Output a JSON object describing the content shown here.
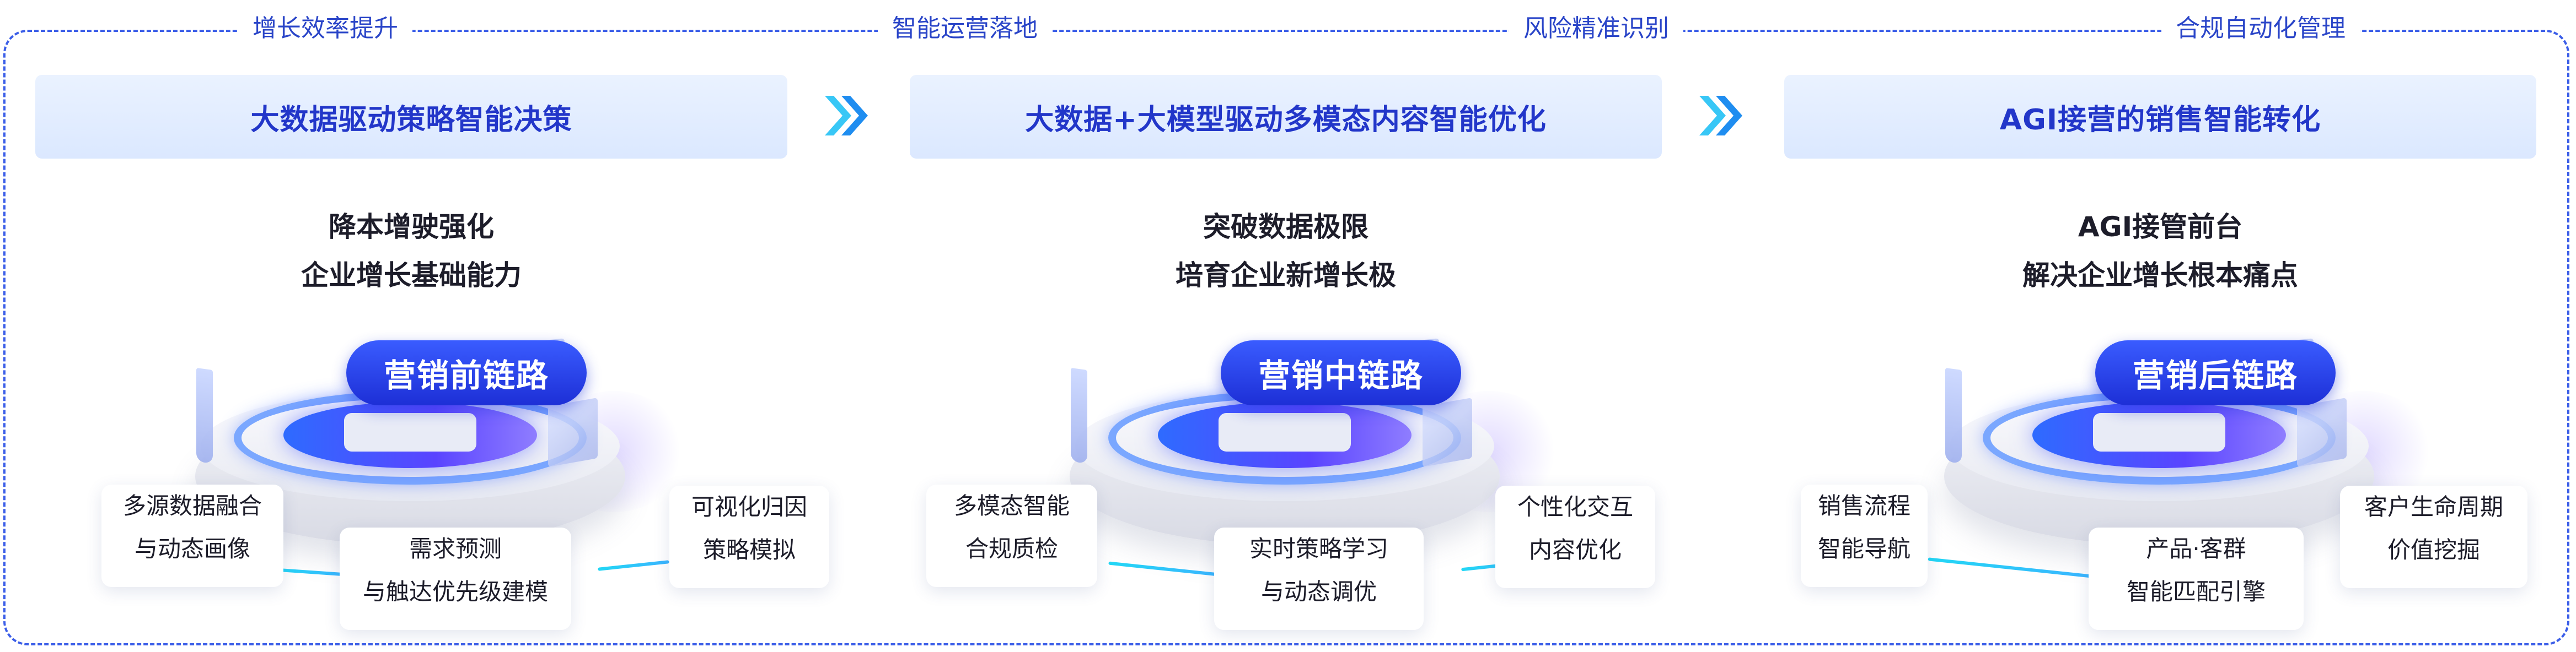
{
  "top_labels": [
    "增长效率提升",
    "智能运营落地",
    "风险精准识别",
    "合规自动化管理"
  ],
  "columns": [
    {
      "banner": "大数据驱动策略智能决策",
      "headline": [
        "降本增驶强化",
        "企业增长基础能力"
      ],
      "pill": "营销前链路",
      "features": {
        "left": [
          "多源数据融合",
          "与动态画像"
        ],
        "center": [
          "需求预测",
          "与触达优先级建模"
        ],
        "right": [
          "可视化归因",
          "策略模拟"
        ]
      }
    },
    {
      "banner": "大数据+大模型驱动多模态内容智能优化",
      "headline": [
        "突破数据极限",
        "培育企业新增长极"
      ],
      "pill": "营销中链路",
      "features": {
        "left": [
          "多模态智能",
          "合规质检"
        ],
        "center": [
          "实时策略学习",
          "与动态调优"
        ],
        "right": [
          "个性化交互",
          "内容优化"
        ]
      }
    },
    {
      "banner": "AGI接营的销售智能转化",
      "headline": [
        "AGI接管前台",
        "解决企业增长根本痛点"
      ],
      "pill": "营销后链路",
      "features": {
        "left": [
          "销售流程",
          "智能导航"
        ],
        "center": [
          "产品·客群",
          "智能匹配引擎"
        ],
        "right": [
          "客户生命周期",
          "价值挖掘"
        ]
      }
    }
  ],
  "icons": {
    "flow_arrow": "double-chevron-right-icon"
  },
  "colors": {
    "accent": "#2236c9",
    "banner_bg": "#dbe8ff",
    "pill": "#1d2fd6",
    "connector": "#22d7f5",
    "frame_border": "#3b5ee8"
  }
}
